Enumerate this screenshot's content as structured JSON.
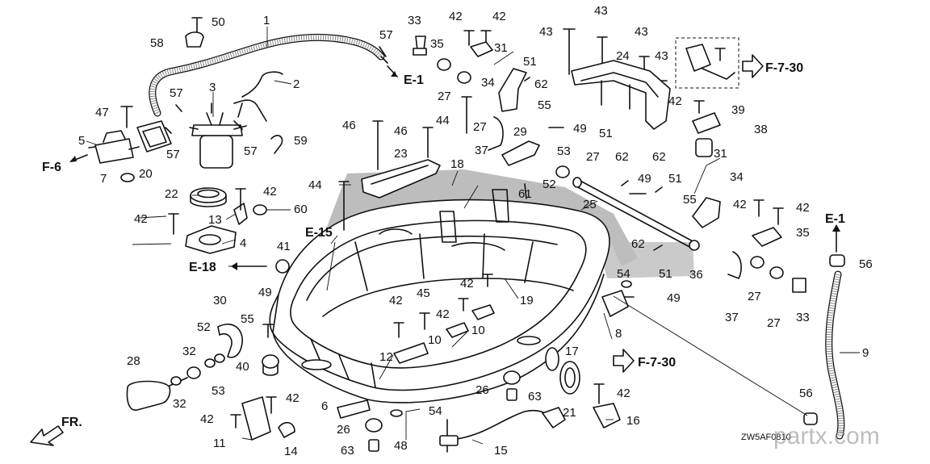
{
  "diagram_code": "ZW5AF0810",
  "watermark": "partx.com",
  "direction_label": "FR.",
  "refs": {
    "f6": "F-6",
    "e1_top": "E-1",
    "e15": "E-15",
    "e18": "E-18",
    "f730_top": "F-7-30",
    "f730_mid": "F-7-30",
    "e1_right": "E-1"
  },
  "labels": [
    {
      "id": "l1",
      "text": "1"
    },
    {
      "id": "l2",
      "text": "2"
    },
    {
      "id": "l3",
      "text": "3"
    },
    {
      "id": "l4",
      "text": "4"
    },
    {
      "id": "l5",
      "text": "5"
    },
    {
      "id": "l6",
      "text": "6"
    },
    {
      "id": "l7",
      "text": "7"
    },
    {
      "id": "l8",
      "text": "8"
    },
    {
      "id": "l9",
      "text": "9"
    },
    {
      "id": "l10a",
      "text": "10"
    },
    {
      "id": "l10b",
      "text": "10"
    },
    {
      "id": "l11",
      "text": "11"
    },
    {
      "id": "l12",
      "text": "12"
    },
    {
      "id": "l13",
      "text": "13"
    },
    {
      "id": "l14",
      "text": "14"
    },
    {
      "id": "l15",
      "text": "15"
    },
    {
      "id": "l16",
      "text": "16"
    },
    {
      "id": "l17",
      "text": "17"
    },
    {
      "id": "l18",
      "text": "18"
    },
    {
      "id": "l19",
      "text": "19"
    },
    {
      "id": "l20",
      "text": "20"
    },
    {
      "id": "l21",
      "text": "21"
    },
    {
      "id": "l22",
      "text": "22"
    },
    {
      "id": "l23",
      "text": "23"
    },
    {
      "id": "l24",
      "text": "24"
    },
    {
      "id": "l25",
      "text": "25"
    },
    {
      "id": "l26a",
      "text": "26"
    },
    {
      "id": "l26b",
      "text": "26"
    },
    {
      "id": "l27a",
      "text": "27"
    },
    {
      "id": "l27b",
      "text": "27"
    },
    {
      "id": "l27c",
      "text": "27"
    },
    {
      "id": "l27d",
      "text": "27"
    },
    {
      "id": "l27e",
      "text": "27"
    },
    {
      "id": "l28",
      "text": "28"
    },
    {
      "id": "l29",
      "text": "29"
    },
    {
      "id": "l30",
      "text": "30"
    },
    {
      "id": "l31a",
      "text": "31"
    },
    {
      "id": "l31b",
      "text": "31"
    },
    {
      "id": "l32a",
      "text": "32"
    },
    {
      "id": "l32b",
      "text": "32"
    },
    {
      "id": "l33a",
      "text": "33"
    },
    {
      "id": "l33b",
      "text": "33"
    },
    {
      "id": "l34a",
      "text": "34"
    },
    {
      "id": "l34b",
      "text": "34"
    },
    {
      "id": "l35a",
      "text": "35"
    },
    {
      "id": "l35b",
      "text": "35"
    },
    {
      "id": "l36",
      "text": "36"
    },
    {
      "id": "l37a",
      "text": "37"
    },
    {
      "id": "l37b",
      "text": "37"
    },
    {
      "id": "l38",
      "text": "38"
    },
    {
      "id": "l39",
      "text": "39"
    },
    {
      "id": "l40",
      "text": "40"
    },
    {
      "id": "l41",
      "text": "41"
    },
    {
      "id": "l42a",
      "text": "42"
    },
    {
      "id": "l42b",
      "text": "42"
    },
    {
      "id": "l42c",
      "text": "42"
    },
    {
      "id": "l42d",
      "text": "42"
    },
    {
      "id": "l42e",
      "text": "42"
    },
    {
      "id": "l42f",
      "text": "42"
    },
    {
      "id": "l42g",
      "text": "42"
    },
    {
      "id": "l42h",
      "text": "42"
    },
    {
      "id": "l42i",
      "text": "42"
    },
    {
      "id": "l42j",
      "text": "42"
    },
    {
      "id": "l42k",
      "text": "42"
    },
    {
      "id": "l42l",
      "text": "42"
    },
    {
      "id": "l42m",
      "text": "42"
    },
    {
      "id": "l43a",
      "text": "43"
    },
    {
      "id": "l43b",
      "text": "43"
    },
    {
      "id": "l43c",
      "text": "43"
    },
    {
      "id": "l43d",
      "text": "43"
    },
    {
      "id": "l44a",
      "text": "44"
    },
    {
      "id": "l44b",
      "text": "44"
    },
    {
      "id": "l45",
      "text": "45"
    },
    {
      "id": "l46a",
      "text": "46"
    },
    {
      "id": "l46b",
      "text": "46"
    },
    {
      "id": "l47",
      "text": "47"
    },
    {
      "id": "l48",
      "text": "48"
    },
    {
      "id": "l49a",
      "text": "49"
    },
    {
      "id": "l49b",
      "text": "49"
    },
    {
      "id": "l49c",
      "text": "49"
    },
    {
      "id": "l49d",
      "text": "49"
    },
    {
      "id": "l50",
      "text": "50"
    },
    {
      "id": "l51a",
      "text": "51"
    },
    {
      "id": "l51b",
      "text": "51"
    },
    {
      "id": "l51c",
      "text": "51"
    },
    {
      "id": "l51d",
      "text": "51"
    },
    {
      "id": "l52a",
      "text": "52"
    },
    {
      "id": "l52b",
      "text": "52"
    },
    {
      "id": "l53a",
      "text": "53"
    },
    {
      "id": "l53b",
      "text": "53"
    },
    {
      "id": "l54a",
      "text": "54"
    },
    {
      "id": "l54b",
      "text": "54"
    },
    {
      "id": "l55a",
      "text": "55"
    },
    {
      "id": "l55b",
      "text": "55"
    },
    {
      "id": "l55c",
      "text": "55"
    },
    {
      "id": "l56a",
      "text": "56"
    },
    {
      "id": "l56b",
      "text": "56"
    },
    {
      "id": "l57a",
      "text": "57"
    },
    {
      "id": "l57b",
      "text": "57"
    },
    {
      "id": "l57c",
      "text": "57"
    },
    {
      "id": "l57d",
      "text": "57"
    },
    {
      "id": "l58",
      "text": "58"
    },
    {
      "id": "l59",
      "text": "59"
    },
    {
      "id": "l60",
      "text": "60"
    },
    {
      "id": "l61",
      "text": "61"
    },
    {
      "id": "l62a",
      "text": "62"
    },
    {
      "id": "l62b",
      "text": "62"
    },
    {
      "id": "l62c",
      "text": "62"
    },
    {
      "id": "l62d",
      "text": "62"
    },
    {
      "id": "l63a",
      "text": "63"
    },
    {
      "id": "l63b",
      "text": "63"
    }
  ]
}
